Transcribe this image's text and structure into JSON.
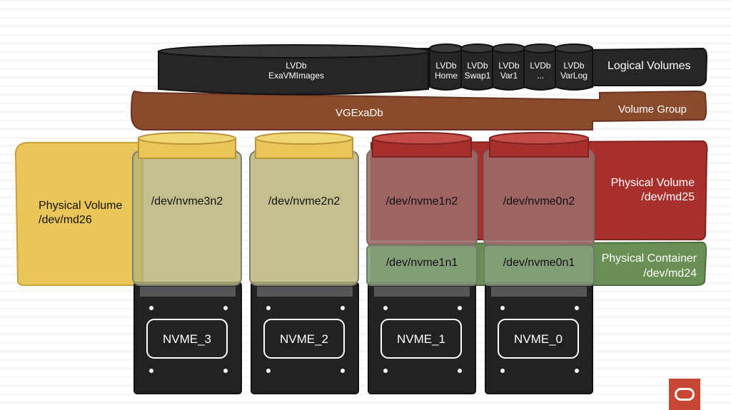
{
  "logical_volumes": {
    "label": "Logical Volumes",
    "main": {
      "line1": "LVDb",
      "line2": "ExaVMImages"
    },
    "small": [
      {
        "line1": "LVDb",
        "line2": "Home"
      },
      {
        "line1": "LVDb",
        "line2": "Swap1"
      },
      {
        "line1": "LVDb",
        "line2": "Var1"
      },
      {
        "line1": "LVDb",
        "line2": "..."
      },
      {
        "line1": "LVDb",
        "line2": "VarLog"
      }
    ]
  },
  "volume_group": {
    "label": "Volume Group",
    "name": "VGExaDb"
  },
  "physical_volume_md26": {
    "line1": "Physical Volume",
    "line2": "/dev/md26"
  },
  "physical_volume_md25": {
    "line1": "Physical Volume",
    "line2": "/dev/md25"
  },
  "physical_container_md24": {
    "line1": "Physical Container",
    "line2": "/dev/md24"
  },
  "disks": [
    {
      "partition2": "/dev/nvme3n2",
      "drive": "NVME_3"
    },
    {
      "partition2": "/dev/nvme2n2",
      "drive": "NVME_2"
    },
    {
      "partition2": "/dev/nvme1n2",
      "partition1": "/dev/nvme1n1",
      "drive": "NVME_1"
    },
    {
      "partition2": "/dev/nvme0n2",
      "partition1": "/dev/nvme0n1",
      "drive": "NVME_0"
    }
  ],
  "colors": {
    "logical_volume": "#262626",
    "volume_group": "#8a4a2c",
    "pv_md26": "#e9c55a",
    "pv_md25": "#a8302c",
    "pc_md24": "#6a8f55",
    "drive": "#222222",
    "brand": "#c74634"
  }
}
